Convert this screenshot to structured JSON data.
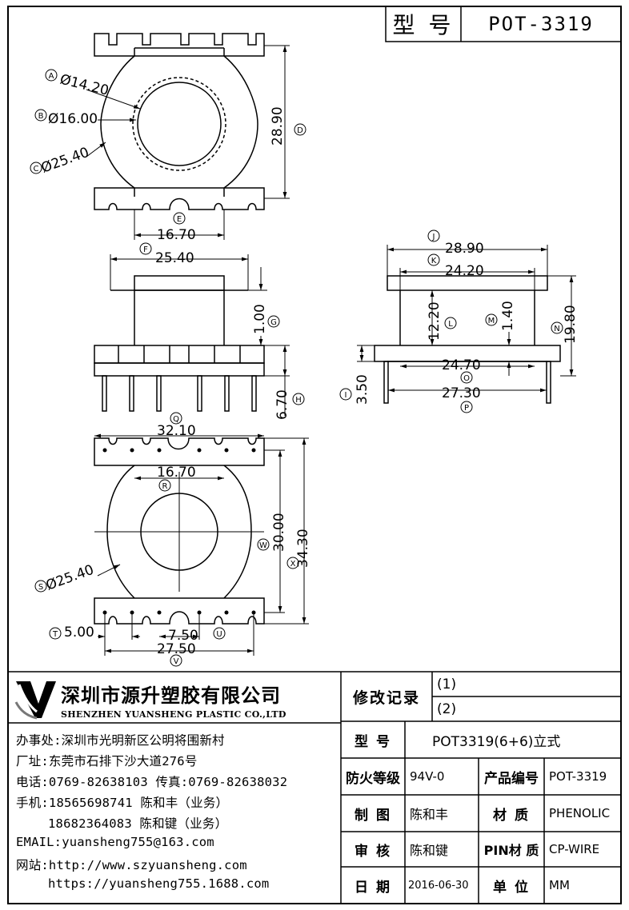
{
  "title_block": {
    "model_label": "型 号",
    "model_value": "POT-3319"
  },
  "dimensions": {
    "A": "Ø14.20",
    "B": "Ø16.00",
    "C": "Ø25.40",
    "D": "28.90",
    "E": "16.70",
    "F": "25.40",
    "G": "1.00",
    "H": "6.70",
    "I": "3.50",
    "J": "28.90",
    "K": "24.20",
    "L": "12.20",
    "M": "1.40",
    "N": "19.80",
    "O": "24.70",
    "P": "27.30",
    "Q": "32.10",
    "R": "16.70",
    "S": "Ø25.40",
    "T": "5.00",
    "U": "7.50",
    "V": "27.50",
    "W": "30.00",
    "X": "34.30"
  },
  "company": {
    "name_cn": "深圳市源升塑胶有限公司",
    "name_en": "SHENZHEN YUANSHENG PLASTIC CO.,LTD",
    "office": "办事处:深圳市光明新区公明将围新村",
    "factory": "厂址:东莞市石排下沙大道276号",
    "phone": "电话:0769-82638103 传真:0769-82638032",
    "mobile1": "手机:18565698741 陈和丰（业务）",
    "mobile2": "18682364083 陈和键（业务）",
    "email": "EMAIL:yuansheng755@163.com",
    "web1": "网站:http://www.szyuansheng.com",
    "web2": "https://yuansheng755.1688.com"
  },
  "table": {
    "revision_label": "修改记录",
    "rev1": "(1)",
    "rev2": "(2)",
    "model_label": "型 号",
    "model_value": "POT3319(6+6)立式",
    "fire_label": "防火等级",
    "fire_value": "94V-0",
    "product_no_label": "产品编号",
    "product_no_value": "POT-3319",
    "drawn_label": "制 图",
    "drawn_value": "陈和丰",
    "material_label": "材 质",
    "material_value": "PHENOLIC",
    "check_label": "审 核",
    "check_value": "陈和键",
    "pin_material_label": "PIN材 质",
    "pin_material_value": "CP-WIRE",
    "date_label": "日 期",
    "date_value": "2016-06-30",
    "unit_label": "单 位",
    "unit_value": "MM"
  }
}
